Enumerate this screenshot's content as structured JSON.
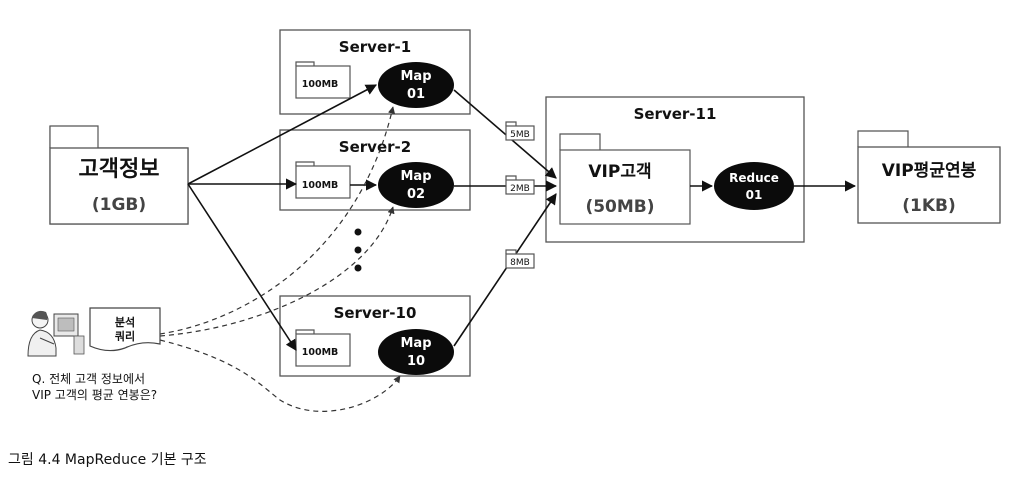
{
  "source": {
    "title": "고객정보",
    "size": "(1GB)"
  },
  "servers": [
    {
      "name": "Server-1",
      "folder_label": "100MB",
      "map_line1": "Map",
      "map_line2": "01"
    },
    {
      "name": "Server-2",
      "folder_label": "100MB",
      "map_line1": "Map",
      "map_line2": "02"
    },
    {
      "name": "Server-10",
      "folder_label": "100MB",
      "map_line1": "Map",
      "map_line2": "10"
    }
  ],
  "transfers": [
    "5MB",
    "2MB",
    "8MB"
  ],
  "reducer": {
    "server_name": "Server-11",
    "input_title": "VIP고객",
    "input_size": "(50MB)",
    "reduce_line1": "Reduce",
    "reduce_line2": "01"
  },
  "output": {
    "title": "VIP평균연봉",
    "size": "(1KB)"
  },
  "query": {
    "doc_line1": "분석",
    "doc_line2": "쿼리",
    "question_line1": "Q. 전체 고객 정보에서",
    "question_line2": "VIP 고객의 평균 연봉은?"
  },
  "caption": "그림 4.4 MapReduce 기본 구조"
}
